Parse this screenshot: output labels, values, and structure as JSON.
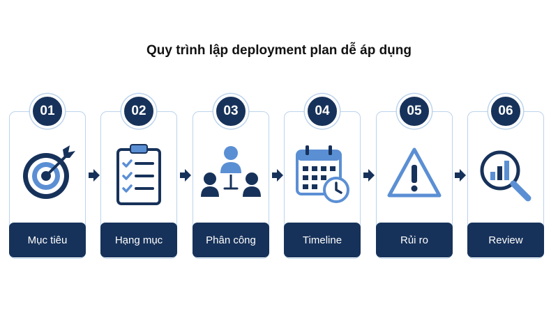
{
  "title": "Quy trình lập deployment plan dễ áp dụng",
  "colors": {
    "navy": "#17325a",
    "blue": "#5b8fd4",
    "light": "#bcd3ec"
  },
  "steps": [
    {
      "number": "01",
      "label": "Mục tiêu",
      "icon": "target-icon"
    },
    {
      "number": "02",
      "label": "Hạng mục",
      "icon": "clipboard-checklist-icon"
    },
    {
      "number": "03",
      "label": "Phân công",
      "icon": "team-assignment-icon"
    },
    {
      "number": "04",
      "label": "Timeline",
      "icon": "calendar-clock-icon"
    },
    {
      "number": "05",
      "label": "Rủi ro",
      "icon": "warning-icon"
    },
    {
      "number": "06",
      "label": "Review",
      "icon": "magnifier-chart-icon"
    }
  ]
}
